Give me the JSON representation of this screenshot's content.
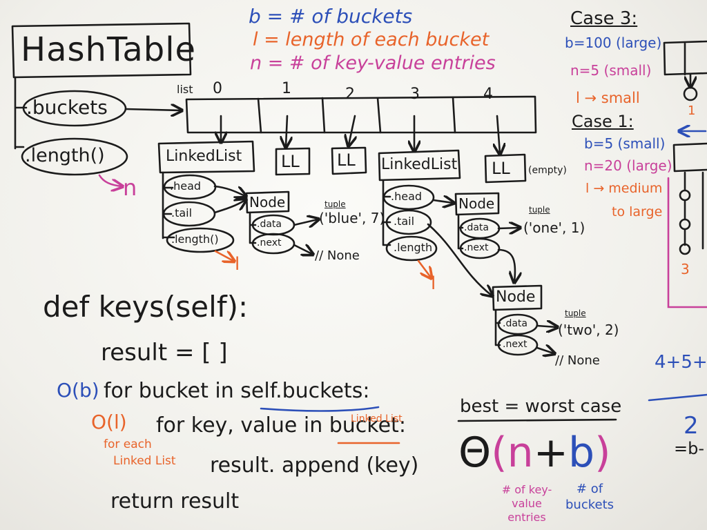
{
  "colors": {
    "ink_black": "#1b1b1b",
    "ink_blue": "#2c4fb8",
    "ink_orange": "#e8632a",
    "ink_pink": "#c8409a"
  },
  "legend": {
    "b": "b = # of buckets",
    "l": "l = length of each bucket",
    "n": "n = # of key-value entries"
  },
  "hashtable": {
    "title": "HashTable",
    "buckets_attr": ".buckets",
    "length_attr": ".length()",
    "length_result": "n"
  },
  "list": {
    "label": "list",
    "indices": [
      "0",
      "1",
      "2",
      "3",
      "4"
    ]
  },
  "bucket_0": {
    "title": "LinkedList",
    "head": ".head",
    "tail": ".tail",
    "length": ".length()",
    "length_result": "l",
    "node": {
      "title": "Node",
      "data": ".data",
      "next": ".next",
      "tuple_label": "tuple",
      "tuple": "('blue', 7)",
      "next_value": "// None"
    }
  },
  "bucket_1": {
    "title": "LL"
  },
  "bucket_2": {
    "title": "LL"
  },
  "bucket_3": {
    "title": "LinkedList",
    "head": ".head",
    "tail": ".tail",
    "length": ".length",
    "length_result": "l",
    "node1": {
      "title": "Node",
      "data": ".data",
      "next": ".next",
      "tuple_label": "tuple",
      "tuple": "('one', 1)"
    },
    "node2": {
      "title": "Node",
      "data": ".data",
      "next": ".next",
      "tuple_label": "tuple",
      "tuple": "('two', 2)",
      "next_value": "// None"
    }
  },
  "bucket_4": {
    "title": "LL",
    "note": "(empty)"
  },
  "cases": {
    "case3_title": "Case 3:",
    "case3_b": "b=100 (large)",
    "case3_n": "n=5 (small)",
    "case3_l": "l → small",
    "case1_title": "Case 1:",
    "case1_b": "b=5 (small)",
    "case1_n": "n=20 (large)",
    "case1_l1": "l → medium",
    "case1_l2": "to large"
  },
  "edge": {
    "label_1": "1",
    "label_3": "3",
    "sum": "4+5+",
    "two": "2",
    "eq": "=b-"
  },
  "code": {
    "line1": "def keys(self):",
    "line2": "result = [ ]",
    "line3_cost": "O(b)",
    "line3_pre": "for bucket in ",
    "line3_ul": "self.buckets",
    "line3_post": ":",
    "line4_cost": "O(l)",
    "line4_pre": "for key, value in ",
    "line4_ul": "bucket",
    "line4_post": ":",
    "line4_note": "Linked List",
    "cost_note1": "for each",
    "cost_note2": "Linked List",
    "line5": "result. append (key)",
    "line6": "return result"
  },
  "complexity": {
    "heading": "best = worst case",
    "theta": "Θ",
    "open": "(",
    "n": "n",
    "plus": "+",
    "b": "b",
    "close": ")",
    "n_note": "# of key-value entries",
    "b_note": "# of buckets"
  }
}
